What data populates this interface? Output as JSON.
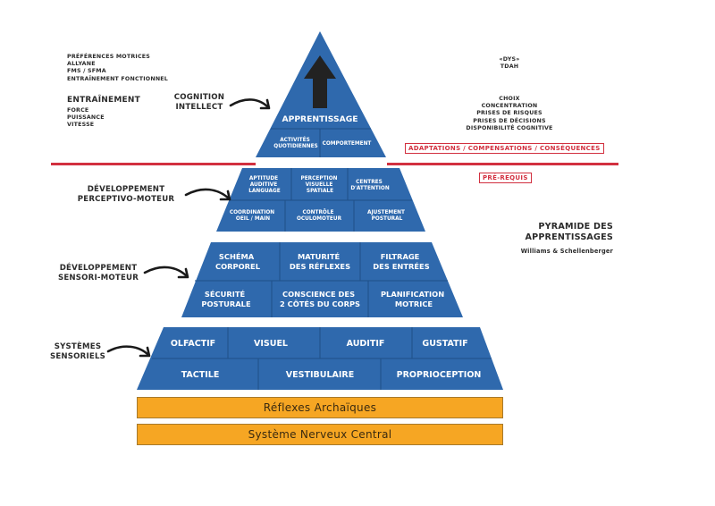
{
  "title": {
    "line1": "PYRAMIDE DES",
    "line2": "APPRENTISSAGES",
    "authors": "Williams & Schellenberger"
  },
  "colors": {
    "pyramid_blue": "#2f69ad",
    "cell_border": "#1f4f88",
    "red_accent": "#d2303f",
    "orange_bar": "#f6a623",
    "arrow_dark": "#222222"
  },
  "left_notes": {
    "top_list": [
      "PRÉFÉRENCES MOTRICES",
      "ALLYANE",
      "FMS / SFMA",
      "ENTRAÎNEMENT FONCTIONNEL"
    ],
    "training_heading": "ENTRAÎNEMENT",
    "training_list": [
      "FORCE",
      "PUISSANCE",
      "VITESSE"
    ]
  },
  "right_notes": {
    "top_list": [
      "«DYS»",
      "TDAH"
    ],
    "cognitive_list": [
      "CHOIX",
      "CONCENTRATION",
      "PRISES DE RISQUES",
      "PRISES DE DÉCISIONS",
      "DISPONIBILITÉ COGNITIVE"
    ]
  },
  "boxes": {
    "adaptations": "ADAPTATIONS / COMPENSATIONS / CONSÉQUENCES",
    "prerequis": "PRÉ-REQUIS"
  },
  "side_labels": {
    "cognition": [
      "COGNITION",
      "INTELLECT"
    ],
    "perceptivo": [
      "DÉVELOPPEMENT",
      "PERCEPTIVO-MOTEUR"
    ],
    "sensori": [
      "DÉVELOPPEMENT",
      "SENSORI-MOTEUR"
    ],
    "sensoriels": [
      "SYSTÈMES",
      "SENSORIELS"
    ]
  },
  "pyramid": {
    "apex": {
      "title": "APPRENTISSAGE",
      "cells": [
        [
          "ACTIVITÉS",
          "QUOTIDIENNES"
        ],
        [
          "COMPORTEMENT"
        ]
      ]
    },
    "perceptivo_moteur": {
      "row1": [
        [
          "APTITUDE",
          "AUDITIVE",
          "LANGUAGE"
        ],
        [
          "PERCEPTION",
          "VISUELLE",
          "SPATIALE"
        ],
        [
          "CENTRES",
          "D'ATTENTION"
        ]
      ],
      "row2": [
        [
          "COORDINATION",
          "OEIL / MAIN"
        ],
        [
          "CONTRÔLE",
          "OCULOMOTEUR"
        ],
        [
          "AJUSTEMENT",
          "POSTURAL"
        ]
      ]
    },
    "sensori_moteur": {
      "row1": [
        [
          "SCHÉMA",
          "CORPOREL"
        ],
        [
          "MATURITÉ",
          "DES RÉFLEXES"
        ],
        [
          "FILTRAGE",
          "DES ENTRÉES"
        ]
      ],
      "row2": [
        [
          "SÉCURITÉ",
          "POSTURALE"
        ],
        [
          "CONSCIENCE DES",
          "2 CÔTÉS DU CORPS"
        ],
        [
          "PLANIFICATION",
          "MOTRICE"
        ]
      ]
    },
    "sensoriels": {
      "row1": [
        [
          "OLFACTIF"
        ],
        [
          "VISUEL"
        ],
        [
          "AUDITIF"
        ],
        [
          "GUSTATIF"
        ]
      ],
      "row2": [
        [
          "TACTILE"
        ],
        [
          "VESTIBULAIRE"
        ],
        [
          "PROPRIOCEPTION"
        ]
      ]
    }
  },
  "foundations": [
    "Réflexes Archaïques",
    "Système Nerveux Central"
  ]
}
